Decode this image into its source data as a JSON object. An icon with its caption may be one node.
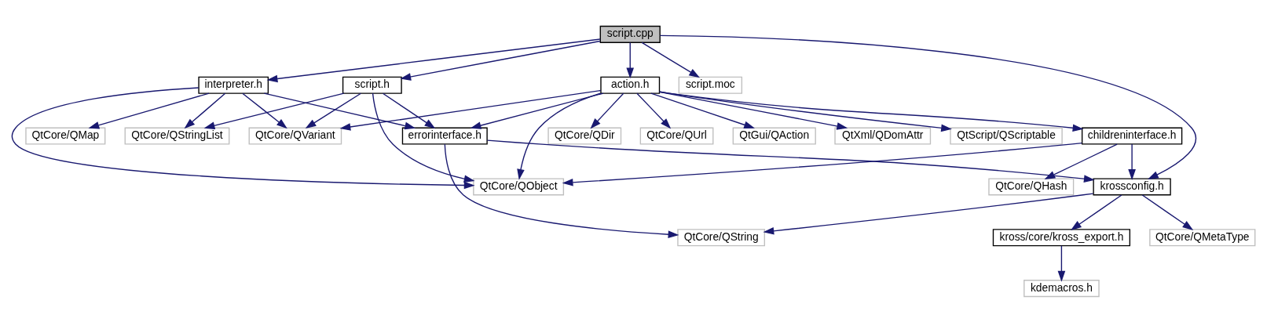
{
  "diagram": {
    "nodes": [
      {
        "text": [
          "script.cpp"
        ]
      },
      {
        "text": [
          "script.h"
        ]
      },
      {
        "text": [
          "interpreter.h"
        ]
      },
      {
        "text": [
          "action.h"
        ]
      },
      {
        "text": [
          "script.moc"
        ]
      },
      {
        "text": [
          "QtCore/QStringList"
        ]
      },
      {
        "text": [
          "errorinterface.h"
        ]
      },
      {
        "text": [
          "QtCore/QVariant"
        ]
      },
      {
        "text": [
          "QtCore/QMap"
        ]
      },
      {
        "text": [
          "childreninterface.h"
        ]
      },
      {
        "text": [
          "QtCore/QDir"
        ]
      },
      {
        "text": [
          "QtCore/QUrl"
        ]
      },
      {
        "text": [
          "QtGui/QAction"
        ]
      },
      {
        "text": [
          "QtXml/QDomAttr"
        ]
      },
      {
        "text": [
          "QtScript/QScriptable"
        ]
      },
      {
        "text": [
          "krossconfig.h"
        ]
      },
      {
        "text": [
          "QtCore/QObject"
        ]
      },
      {
        "text": [
          "QtCore/QHash"
        ]
      },
      {
        "text": [
          "QtCore/QMetaType"
        ]
      },
      {
        "text": [
          "kross/core/kross_export.h"
        ]
      },
      {
        "text": [
          "QtCore/QString"
        ]
      },
      {
        "text": [
          "kdemacros.h"
        ]
      }
    ],
    "edges": [
      {
        "from": 0,
        "to": 1,
        "arrow": "to"
      },
      {
        "from": 0,
        "to": 2,
        "arrow": "to"
      },
      {
        "from": 0,
        "to": 3,
        "arrow": "to"
      },
      {
        "from": 0,
        "to": 4,
        "arrow": "to"
      },
      {
        "from": 0,
        "to": 15,
        "arrow": "to"
      },
      {
        "from": 1,
        "to": 5,
        "arrow": "to"
      },
      {
        "from": 1,
        "to": 6,
        "arrow": "to"
      },
      {
        "from": 1,
        "to": 7,
        "arrow": "to"
      },
      {
        "from": 1,
        "to": 16,
        "arrow": "to"
      },
      {
        "from": 2,
        "to": 5,
        "arrow": "to"
      },
      {
        "from": 2,
        "to": 6,
        "arrow": "to"
      },
      {
        "from": 2,
        "to": 7,
        "arrow": "to"
      },
      {
        "from": 2,
        "to": 8,
        "arrow": "to"
      },
      {
        "from": 2,
        "to": 16,
        "arrow": "to"
      },
      {
        "from": 3,
        "to": 6,
        "arrow": "to"
      },
      {
        "from": 3,
        "to": 7,
        "arrow": "to"
      },
      {
        "from": 3,
        "to": 9,
        "arrow": "to"
      },
      {
        "from": 3,
        "to": 16,
        "arrow": "to"
      },
      {
        "from": 3,
        "to": 10,
        "arrow": "to"
      },
      {
        "from": 3,
        "to": 11,
        "arrow": "to"
      },
      {
        "from": 3,
        "to": 12,
        "arrow": "to"
      },
      {
        "from": 3,
        "to": 13,
        "arrow": "to"
      },
      {
        "from": 3,
        "to": 14,
        "arrow": "to"
      },
      {
        "from": 6,
        "to": 15,
        "arrow": "to"
      },
      {
        "from": 6,
        "to": 20,
        "arrow": "to"
      },
      {
        "from": 9,
        "to": 15,
        "arrow": "to"
      },
      {
        "from": 9,
        "to": 16,
        "arrow": "to"
      },
      {
        "from": 9,
        "to": 17,
        "arrow": "to"
      },
      {
        "from": 15,
        "to": 18,
        "arrow": "to"
      },
      {
        "from": 15,
        "to": 19,
        "arrow": "to"
      },
      {
        "from": 15,
        "to": 20,
        "arrow": "to"
      },
      {
        "from": 19,
        "to": 21,
        "arrow": "to"
      }
    ]
  }
}
